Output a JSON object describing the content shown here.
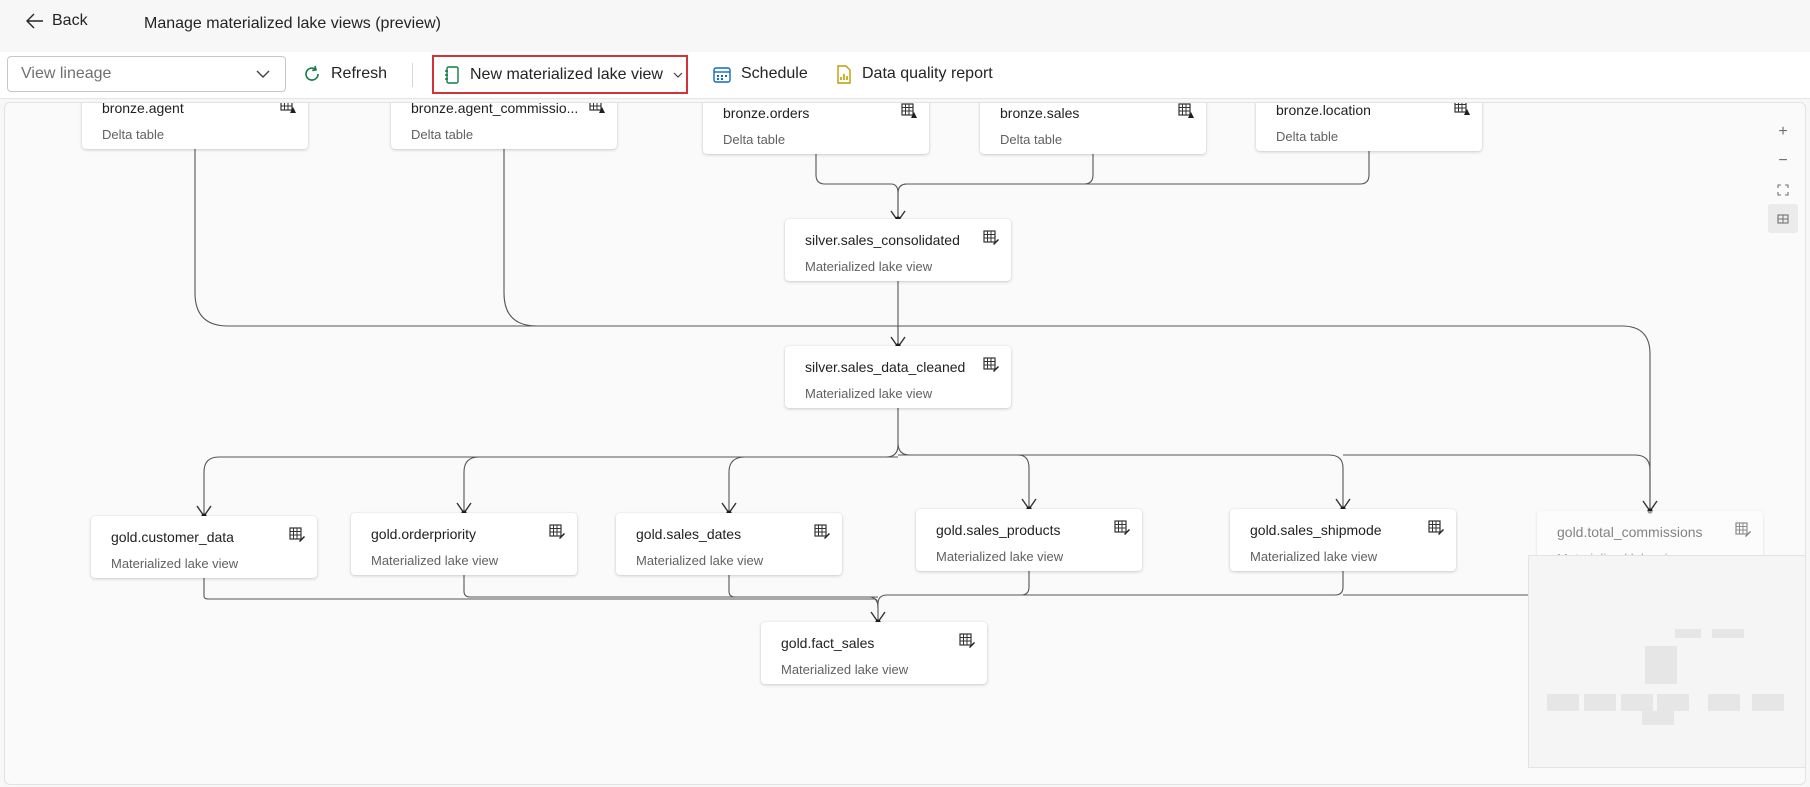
{
  "header": {
    "back_label": "Back",
    "title": "Manage materialized lake views (preview)"
  },
  "toolbar": {
    "view_select": "View lineage",
    "refresh_label": "Refresh",
    "new_mlv_label": "New materialized lake view",
    "schedule_label": "Schedule",
    "dq_label": "Data quality report"
  },
  "nodes": {
    "bronze_agent": {
      "name": "bronze.agent",
      "type": "Delta table"
    },
    "bronze_agent_commission": {
      "name": "bronze.agent_commissio...",
      "type": "Delta table"
    },
    "bronze_orders": {
      "name": "bronze.orders",
      "type": "Delta table"
    },
    "bronze_sales": {
      "name": "bronze.sales",
      "type": "Delta table"
    },
    "bronze_location": {
      "name": "bronze.location",
      "type": "Delta table"
    },
    "silver_sales_consolidated": {
      "name": "silver.sales_consolidated",
      "type": "Materialized lake view"
    },
    "silver_sales_data_cleaned": {
      "name": "silver.sales_data_cleaned",
      "type": "Materialized lake view"
    },
    "gold_customer_data": {
      "name": "gold.customer_data",
      "type": "Materialized lake view"
    },
    "gold_orderpriority": {
      "name": "gold.orderpriority",
      "type": "Materialized lake view"
    },
    "gold_sales_dates": {
      "name": "gold.sales_dates",
      "type": "Materialized lake view"
    },
    "gold_sales_products": {
      "name": "gold.sales_products",
      "type": "Materialized lake view"
    },
    "gold_sales_shipmode": {
      "name": "gold.sales_shipmode",
      "type": "Materialized lake view"
    },
    "gold_total_commissions": {
      "name": "gold.total_commissions",
      "type": "Materialized lake view"
    },
    "gold_fact_sales": {
      "name": "gold.fact_sales",
      "type": "Materialized lake view"
    }
  },
  "zoom_controls": {
    "zoom_in": "+",
    "zoom_out": "−"
  },
  "icons": {
    "back": "arrow-left-icon",
    "refresh": "refresh-icon",
    "new_mlv": "notebook-icon",
    "schedule": "calendar-icon",
    "dq": "report-icon",
    "table": "table-icon",
    "view": "table-view-icon"
  },
  "colors": {
    "accent": "#107c41",
    "highlight_border": "#d13438",
    "schedule": "#0f6cbd",
    "dq": "#c19c00"
  }
}
